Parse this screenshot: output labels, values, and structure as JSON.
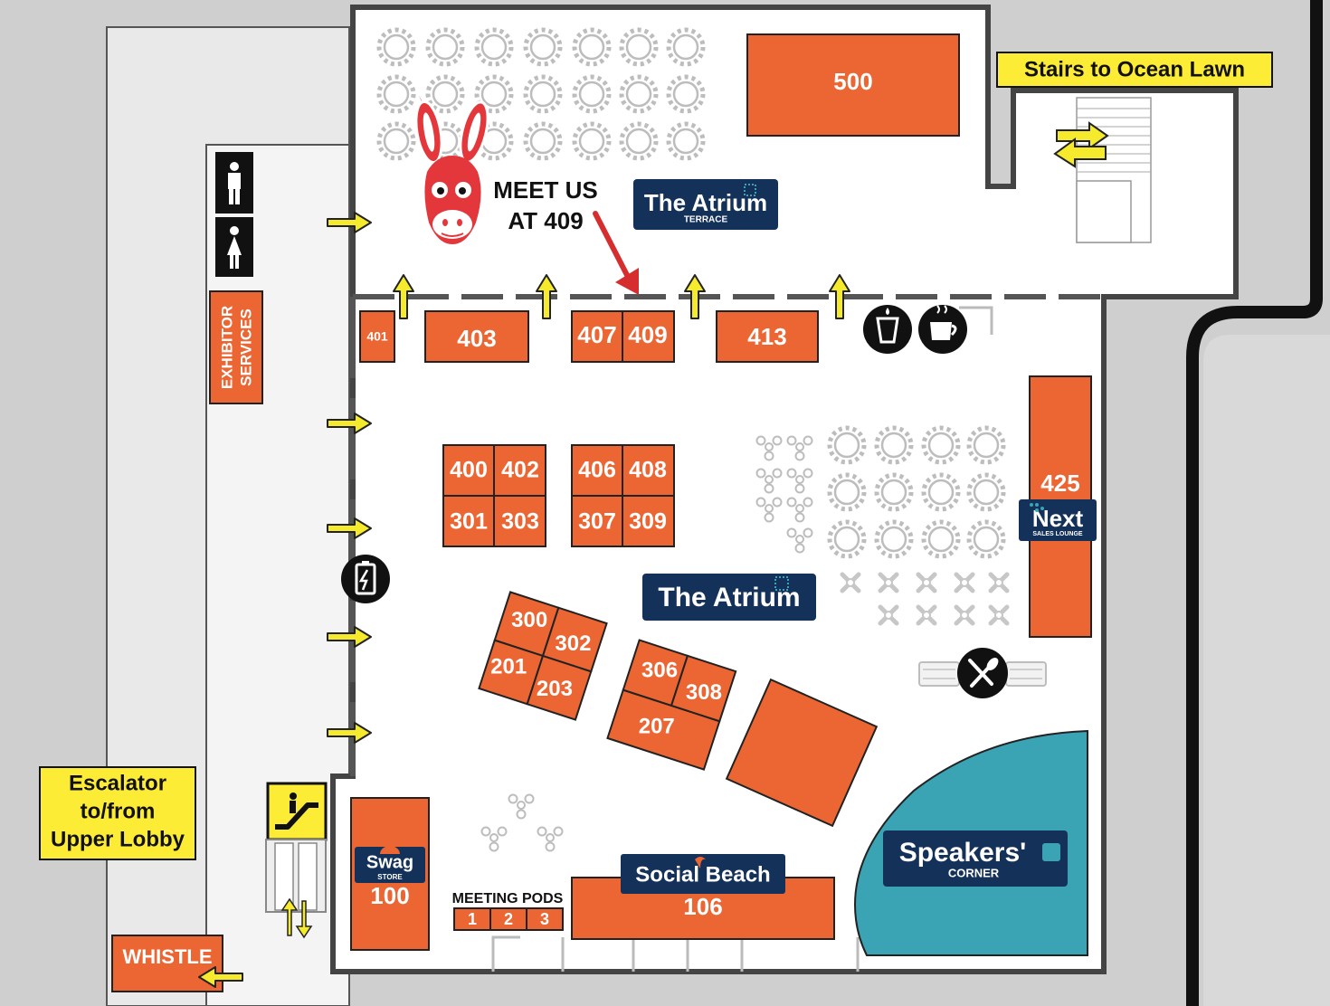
{
  "colors": {
    "booth": "#ec6633",
    "navy": "#14315a",
    "teal": "#3aa3b4",
    "yellow": "#fcec36",
    "arrow": "#f6ea2c",
    "mascot": "#e4373b",
    "pointer": "#d62e2e",
    "outside": "#cfcfcf",
    "floor": "#ffffff"
  },
  "callout": {
    "line1": "MEET US",
    "line2": "AT 409"
  },
  "signs": {
    "stairs": "Stairs to Ocean Lawn",
    "escalator": [
      "Escalator",
      "to/from",
      "Upper Lobby"
    ],
    "exhibitor": [
      "EXHIBITOR",
      "SERVICES"
    ],
    "whistle": "WHISTLE",
    "meeting_pods": "MEETING PODS",
    "pods": [
      "1",
      "2",
      "3"
    ]
  },
  "logos": {
    "atrium_terrace": {
      "name": "The Atrium",
      "sub": "TERRACE"
    },
    "atrium": {
      "name": "The Atrium"
    },
    "next": {
      "name": "Next",
      "sub": "SALES LOUNGE"
    },
    "swag": {
      "name": "Swag",
      "sub": "STORE"
    },
    "social_beach": {
      "name": "Social Beach"
    },
    "speakers": {
      "name": "Speakers'",
      "sub": "CORNER"
    }
  },
  "booths": {
    "b500": "500",
    "b401": "401",
    "b403": "403",
    "b407": "407",
    "b409": "409",
    "b413": "413",
    "b400": "400",
    "b402": "402",
    "b301": "301",
    "b303": "303",
    "b406": "406",
    "b408": "408",
    "b307": "307",
    "b309": "309",
    "b300": "300",
    "b302": "302",
    "b201": "201",
    "b203": "203",
    "b306": "306",
    "b308": "308",
    "b207": "207",
    "b425": "425",
    "b100": "100",
    "b106": "106"
  },
  "icons": [
    "men-restroom-icon",
    "women-restroom-icon",
    "water-icon",
    "coffee-icon",
    "charging-icon",
    "dining-icon",
    "escalator-icon",
    "swap-arrows-icon",
    "donkey-mascot-icon"
  ]
}
